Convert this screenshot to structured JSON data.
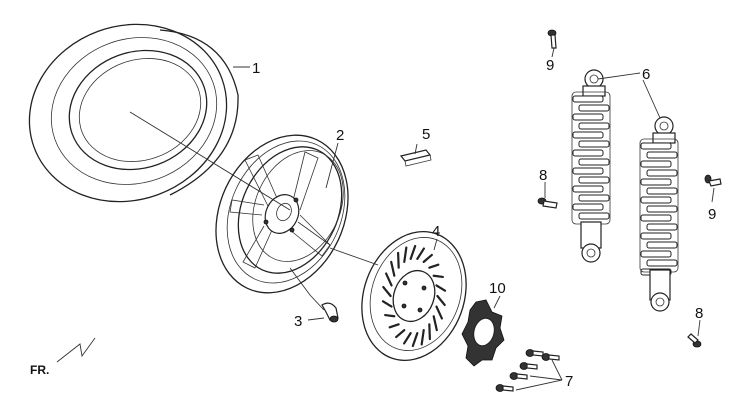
{
  "diagram": {
    "callouts": {
      "c1": "1",
      "c2": "2",
      "c3": "3",
      "c4": "4",
      "c5": "5",
      "c6": "6",
      "c7": "7",
      "c8a": "8",
      "c8b": "8",
      "c9a": "9",
      "c9b": "9",
      "c10": "10"
    },
    "direction_label": "FR."
  }
}
